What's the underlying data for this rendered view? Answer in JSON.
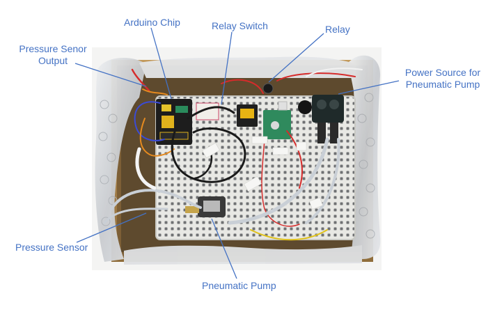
{
  "labels": {
    "arduino_chip": "Arduino Chip",
    "relay_switch": "Relay Switch",
    "relay": "Relay",
    "pressure_sensor_output_line1": "Pressure Senor",
    "pressure_sensor_output_line2": "Output",
    "power_source_line1": "Power Source for",
    "power_source_line2": "Pneumatic Pump",
    "pressure_sensor": "Pressure Sensor",
    "pneumatic_pump": "Pneumatic Pump"
  },
  "colors": {
    "label_text": "#4472c4",
    "leader_line": "#4472c4",
    "board": "#e9e9e6",
    "box_frame": "#b08a4e",
    "bubble_wrap": "#d7d9dc",
    "pcb_green": "#2f8a5d",
    "arduino_shield": "#1d1d1d",
    "wire_red": "#d62b2b",
    "wire_orange": "#e58a1f",
    "wire_blue": "#3b4bd6",
    "wire_yellow": "#e0c21b",
    "wire_white": "#f2f2f2",
    "tubing": "#c9cfd6"
  }
}
